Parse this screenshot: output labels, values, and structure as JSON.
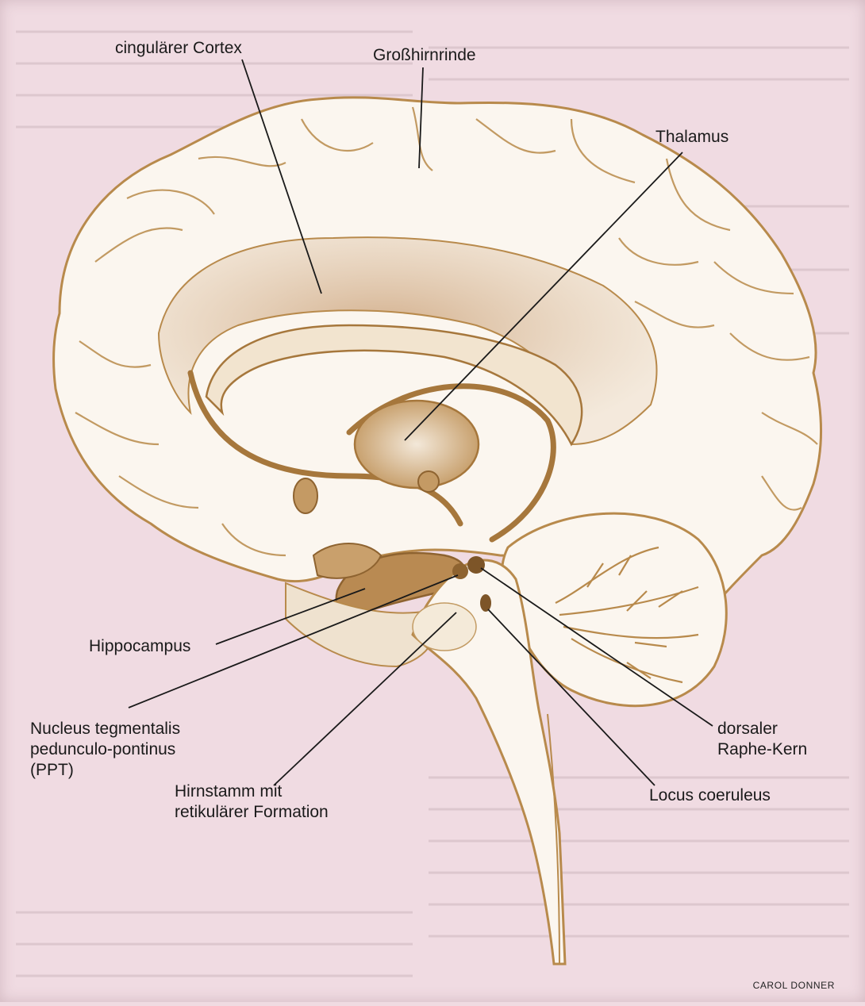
{
  "figure": {
    "labels": {
      "cingulate_cortex": "cingulärer Cortex",
      "cerebral_cortex": "Großhirnrinde",
      "thalamus": "Thalamus",
      "hippocampus": "Hippocampus",
      "ppt": [
        "Nucleus tegmentalis",
        "pedunculo-pontinus",
        "(PPT)"
      ],
      "brainstem": [
        "Hirnstamm mit",
        "retikulärer Formation"
      ],
      "raphe": [
        "dorsaler",
        "Raphe-Kern"
      ],
      "locus_coeruleus": "Locus coeruleus"
    },
    "credit": "CAROL DONNER"
  },
  "colors": {
    "background": "#f0dbe2",
    "brain_fill": "#fbf6ef",
    "outline": "#b88a4c",
    "shade": "#d9b88c",
    "dark_structure": "#a6773c",
    "label_text": "#1a1a1a",
    "leader_line": "#1a1a1a"
  }
}
